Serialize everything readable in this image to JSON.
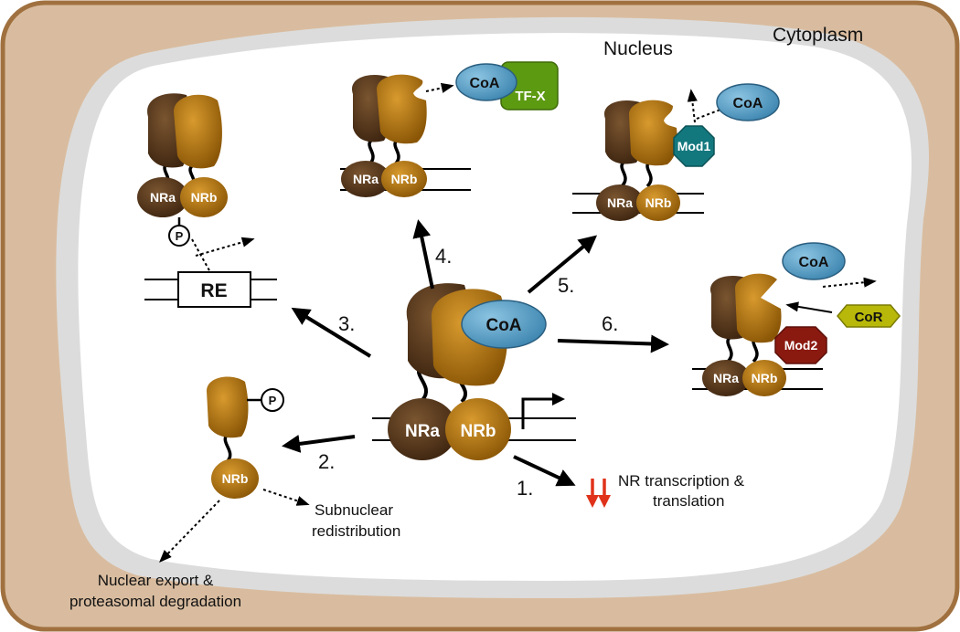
{
  "regions": {
    "cytoplasm": "Cytoplasm",
    "nucleus": "Nucleus"
  },
  "labels": {
    "nra": "NRa",
    "nrb": "NRb",
    "coa": "CoA",
    "tfx": "TF-X",
    "mod1": "Mod1",
    "mod2": "Mod2",
    "cor": "CoR",
    "re": "RE",
    "p": "P"
  },
  "steps": [
    "1.",
    "2.",
    "3.",
    "4.",
    "5.",
    "6."
  ],
  "outcomes": {
    "nr_transcription_1": "NR transcription &",
    "nr_transcription_2": "translation",
    "subnuclear_1": "Subnuclear",
    "subnuclear_2": "redistribution",
    "export_1": "Nuclear export &",
    "export_2": "proteasomal degradation"
  },
  "colors": {
    "cytoplasm": "#d9bc9f",
    "cytoplasm_border": "#a0713f",
    "nuclear_envelope": "#dcdcdc",
    "nucleus": "#ffffff",
    "nra": "#5a3a1c",
    "nrb": "#b7780f",
    "coa": "#5a9ec4",
    "tfx": "#5c9a12",
    "mod1": "#13787e",
    "mod2": "#8a1a10",
    "cor": "#b8b80a",
    "down_arrow": "#e0321a"
  }
}
